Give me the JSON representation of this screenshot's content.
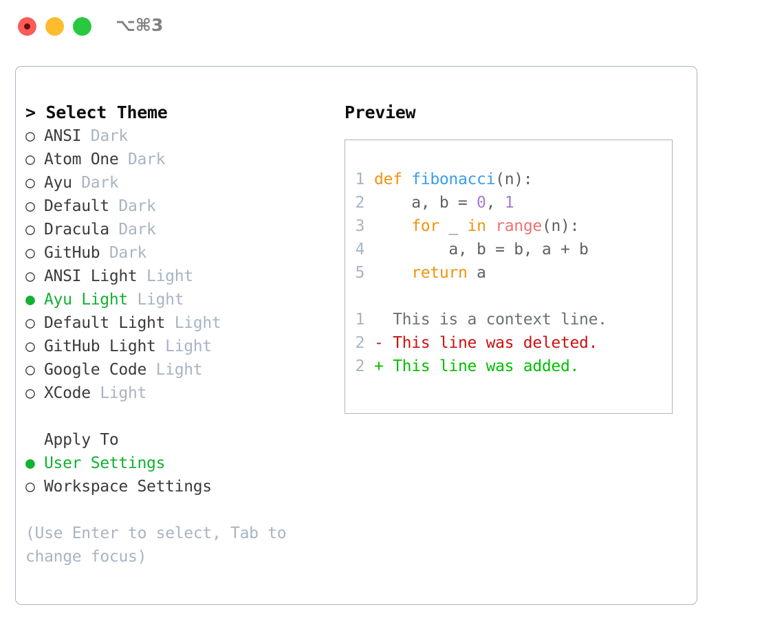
{
  "titlebar": {
    "shortcut": "⌥⌘3",
    "dots": [
      "close-red",
      "minimize-yellow",
      "maximize-green"
    ]
  },
  "left_panel": {
    "heading": "> Select Theme",
    "themes": [
      {
        "marker": "○",
        "name": "ANSI",
        "tag": "Dark",
        "selected": false
      },
      {
        "marker": "○",
        "name": "Atom One",
        "tag": "Dark",
        "selected": false
      },
      {
        "marker": "○",
        "name": "Ayu",
        "tag": "Dark",
        "selected": false
      },
      {
        "marker": "○",
        "name": "Default",
        "tag": "Dark",
        "selected": false
      },
      {
        "marker": "○",
        "name": "Dracula",
        "tag": "Dark",
        "selected": false
      },
      {
        "marker": "○",
        "name": "GitHub",
        "tag": "Dark",
        "selected": false
      },
      {
        "marker": "○",
        "name": "ANSI Light",
        "tag": "Light",
        "selected": false
      },
      {
        "marker": "●",
        "name": "Ayu Light",
        "tag": "Light",
        "selected": true
      },
      {
        "marker": "○",
        "name": "Default Light",
        "tag": "Light",
        "selected": false
      },
      {
        "marker": "○",
        "name": "GitHub Light",
        "tag": "Light",
        "selected": false
      },
      {
        "marker": "○",
        "name": "Google Code",
        "tag": "Light",
        "selected": false
      },
      {
        "marker": "○",
        "name": "XCode",
        "tag": "Light",
        "selected": false
      }
    ],
    "apply_to": {
      "heading": "Apply To",
      "options": [
        {
          "marker": "●",
          "name": "User Settings",
          "selected": true
        },
        {
          "marker": "○",
          "name": "Workspace Settings",
          "selected": false
        }
      ]
    },
    "hint": "(Use Enter to select, Tab to change focus)"
  },
  "right_panel": {
    "heading": "Preview",
    "code": [
      {
        "num": "1",
        "tokens": [
          {
            "t": "def",
            "c": "kw"
          },
          {
            "t": " ",
            "c": "plain"
          },
          {
            "t": "fibonacci",
            "c": "fn"
          },
          {
            "t": "(n):",
            "c": "plain"
          }
        ]
      },
      {
        "num": "2",
        "tokens": [
          {
            "t": "    a, b = ",
            "c": "plain"
          },
          {
            "t": "0",
            "c": "num"
          },
          {
            "t": ", ",
            "c": "plain"
          },
          {
            "t": "1",
            "c": "num"
          }
        ]
      },
      {
        "num": "3",
        "tokens": [
          {
            "t": "    ",
            "c": "plain"
          },
          {
            "t": "for",
            "c": "kw"
          },
          {
            "t": " _ ",
            "c": "plain"
          },
          {
            "t": "in",
            "c": "kw"
          },
          {
            "t": " ",
            "c": "plain"
          },
          {
            "t": "range",
            "c": "builtin"
          },
          {
            "t": "(n):",
            "c": "plain"
          }
        ]
      },
      {
        "num": "4",
        "tokens": [
          {
            "t": "        a, b = b, a + b",
            "c": "plain"
          }
        ]
      },
      {
        "num": "5",
        "tokens": [
          {
            "t": "    ",
            "c": "plain"
          },
          {
            "t": "return",
            "c": "kw"
          },
          {
            "t": " a",
            "c": "plain"
          }
        ]
      }
    ],
    "diff": [
      {
        "num": "1",
        "sign": "  ",
        "text": "This is a context line.",
        "kind": "ctx"
      },
      {
        "num": "2",
        "sign": "- ",
        "text": "This line was deleted.",
        "kind": "del"
      },
      {
        "num": "2",
        "sign": "+ ",
        "text": "This line was added.",
        "kind": "add"
      }
    ]
  },
  "colors": {
    "accent_green": "#14b032",
    "muted": "#a9b4c2",
    "keyword": "#f2930d",
    "function": "#3b9ee5",
    "number": "#a37acc",
    "builtin": "#f07171",
    "diff_delete": "#cc1111",
    "diff_add": "#00c000"
  }
}
